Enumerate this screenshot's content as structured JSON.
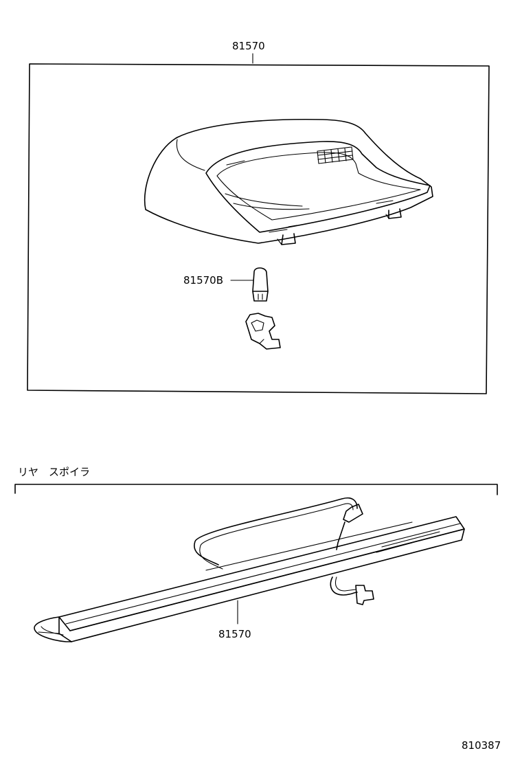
{
  "labels": {
    "top_assembly": "81570",
    "bulb": "81570B",
    "spoiler_group": "リヤ　スポイラ",
    "bottom_assembly": "81570",
    "diagram_id": "810387"
  }
}
